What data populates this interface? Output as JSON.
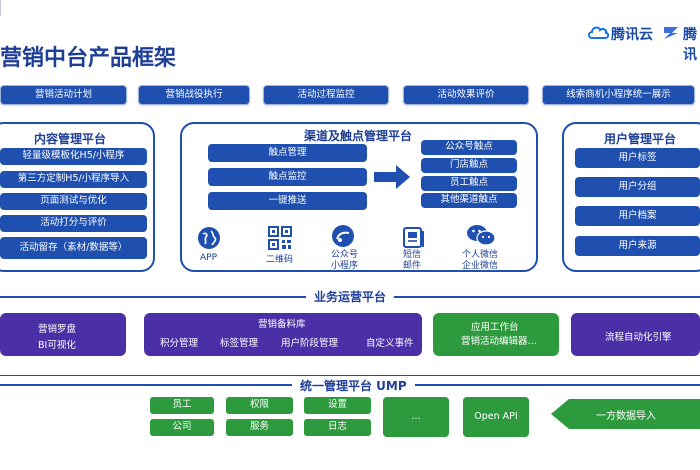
{
  "header": {
    "title": "营销中台产品框架",
    "brand_tencent_cloud": "腾讯云",
    "brand_tencent": "腾讯"
  },
  "top_row": [
    "营销活动计划",
    "营销战役执行",
    "活动过程监控",
    "活动效果评价",
    "线索商机小程序统一展示"
  ],
  "content_platform": {
    "title": "内容管理平台",
    "items": [
      "轻量级模板化H5/小程序",
      "第三方定制H5/小程序导入",
      "页面测试与优化",
      "活动打分与评价",
      "活动留存（素材/数据等）"
    ]
  },
  "channel_platform": {
    "title": "渠道及触点管理平台",
    "left_items": [
      "触点管理",
      "触点监控",
      "一键推送"
    ],
    "right_items": [
      "公众号触点",
      "门店触点",
      "员工触点",
      "其他渠道触点"
    ],
    "icons": [
      {
        "icon": "globe-icon",
        "label1": "APP",
        "label2": ""
      },
      {
        "icon": "qrcode-icon",
        "label1": "二维码",
        "label2": ""
      },
      {
        "icon": "wechat-official-icon",
        "label1": "公众号",
        "label2": "小程序"
      },
      {
        "icon": "sms-icon",
        "label1": "短信",
        "label2": "邮件"
      },
      {
        "icon": "wechat-icon",
        "label1": "个人微信",
        "label2": "企业微信"
      }
    ]
  },
  "user_platform": {
    "title": "用户管理平台",
    "items": [
      "用户标签",
      "用户分组",
      "用户档案",
      "用户来源"
    ]
  },
  "business_ops": {
    "title": "业务运营平台",
    "marketing_dashboard": [
      "营销罗盘",
      "BI可视化"
    ],
    "material_library": {
      "title": "营销备料库",
      "items": [
        "积分管理",
        "标签管理",
        "用户阶段管理",
        "自定义事件"
      ]
    },
    "app_workbench": [
      "应用工作台",
      "营销活动编辑器…"
    ],
    "process_engine": "流程自动化引擎"
  },
  "ump": {
    "title": "统一管理平台 UMP",
    "row1": [
      "员工",
      "权限",
      "设置"
    ],
    "row2": [
      "公司",
      "服务",
      "日志"
    ],
    "ellipsis": "…",
    "open_api": "Open API",
    "first_party": "一方数据导入"
  },
  "colors": {
    "primary_blue": "#1f4faf",
    "title_blue": "#1f3f96",
    "green": "#2e9a3e",
    "purple": "#4a2fa6"
  }
}
